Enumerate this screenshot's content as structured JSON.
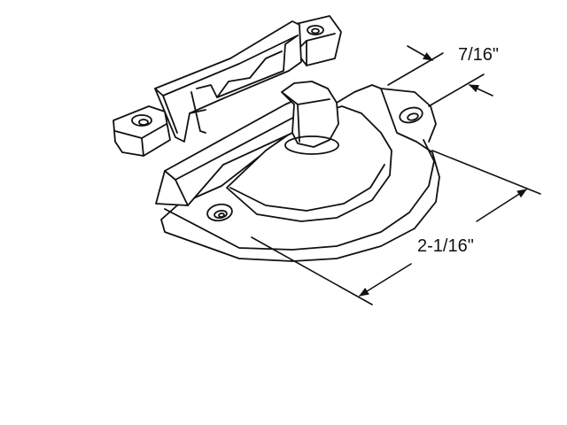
{
  "drawing": {
    "subject": "sash-lock-and-keeper",
    "line_color": "#111111",
    "background": "#ffffff"
  },
  "dimensions": {
    "height_label": "7/16\"",
    "length_label": "2-1/16\""
  }
}
